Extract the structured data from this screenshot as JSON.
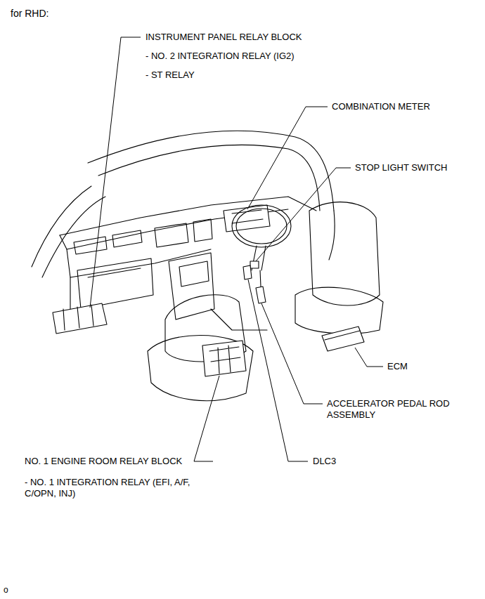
{
  "diagram": {
    "title": "for RHD:",
    "labels": [
      "INSTRUMENT PANEL RELAY BLOCK",
      "- NO. 2 INTEGRATION RELAY (IG2)",
      "- ST RELAY",
      "COMBINATION METER",
      "STOP LIGHT SWITCH",
      "ECM",
      "ACCELERATOR PEDAL ROD ASSEMBLY",
      "NO. 1 ENGINE ROOM RELAY BLOCK",
      "- NO. 1 INTEGRATION RELAY (EFI, A/F, C/OPN, INJ)",
      "DLC3",
      "o"
    ]
  }
}
